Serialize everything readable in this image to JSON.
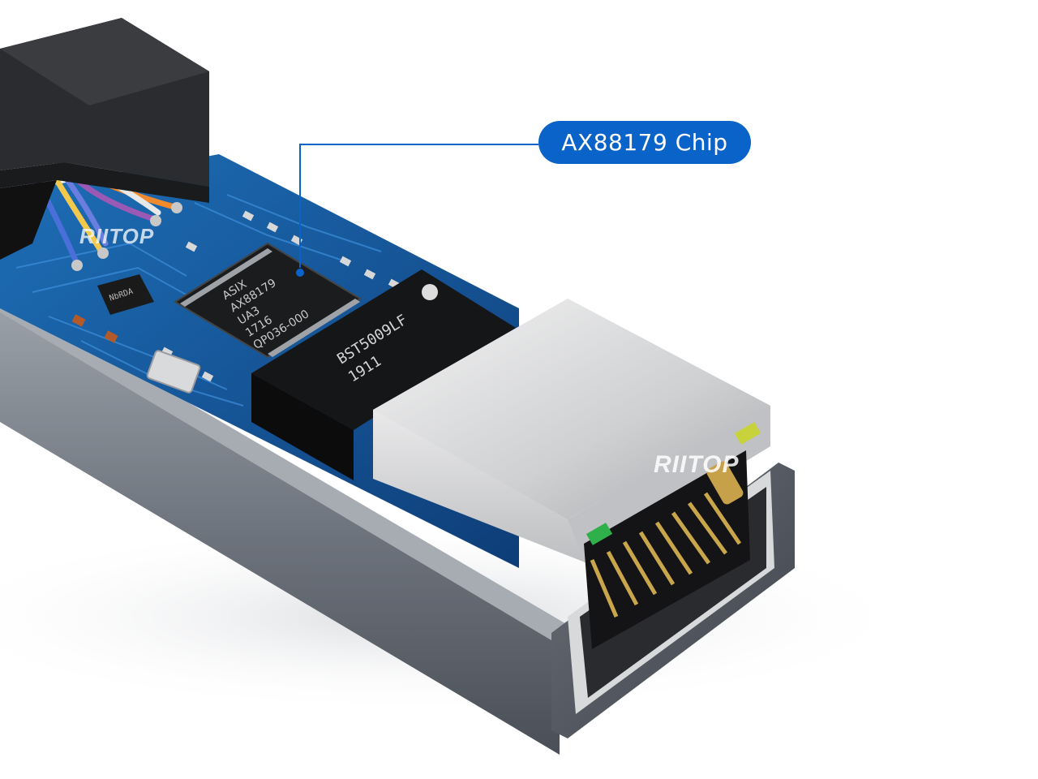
{
  "callout": {
    "label": "AX88179 Chip",
    "color": "#0a63c8"
  },
  "watermarks": [
    "RIITOP",
    "RIITOP"
  ],
  "chip_markings": {
    "main_chip": [
      "ASIX",
      "AX88179",
      "UA3",
      "1716",
      "QP036-000"
    ],
    "transformer": [
      "BST5009LF",
      "1911"
    ],
    "small_chip": "NbRDA"
  }
}
